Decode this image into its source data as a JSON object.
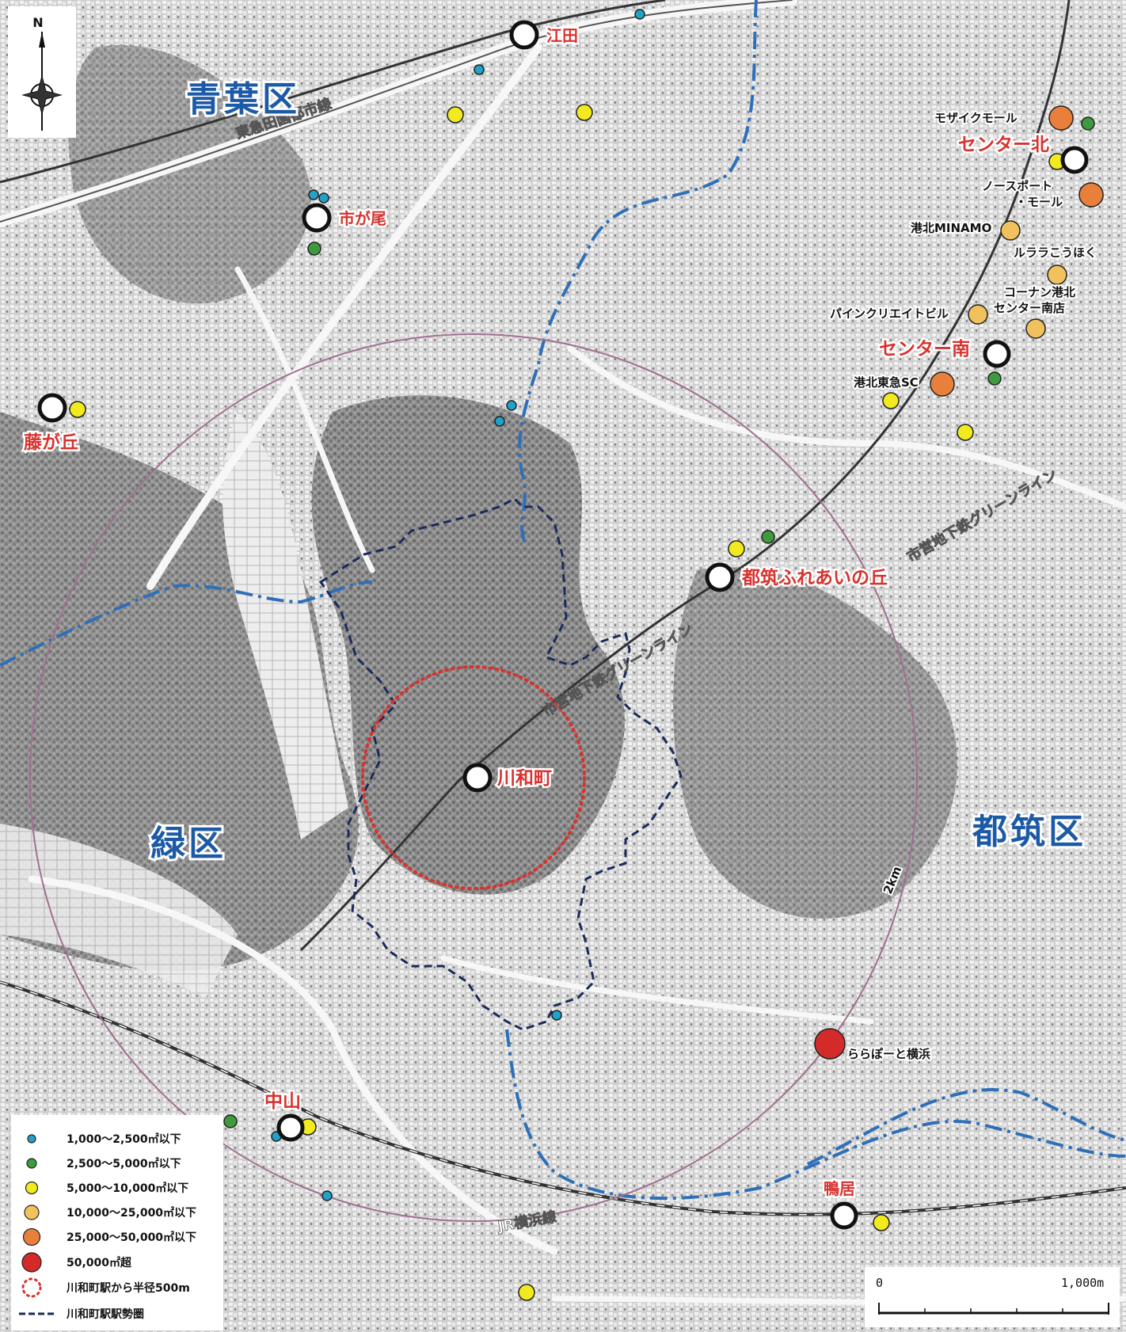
{
  "compass": {
    "north_label": "N"
  },
  "wards": [
    {
      "id": "aoba",
      "label": "青葉区"
    },
    {
      "id": "midori",
      "label": "緑区"
    },
    {
      "id": "tsuzuki",
      "label": "都筑区"
    }
  ],
  "rail_labels": [
    {
      "id": "denentoshi",
      "label": "東急田園都市線"
    },
    {
      "id": "green-line",
      "label": "市営地下鉄グリーンライン"
    },
    {
      "id": "green-line-e",
      "label": "市営地下鉄グリーンライン"
    },
    {
      "id": "jr-yokohama",
      "label": "JR横浜線"
    }
  ],
  "stations": [
    {
      "id": "eda",
      "label": "江田"
    },
    {
      "id": "ichigao",
      "label": "市が尾"
    },
    {
      "id": "fujigaoka",
      "label": "藤が丘"
    },
    {
      "id": "center-kita",
      "label": "センター北"
    },
    {
      "id": "center-minami",
      "label": "センター南"
    },
    {
      "id": "tsuzuki-fureai",
      "label": "都筑ふれあいの丘"
    },
    {
      "id": "kawawacho",
      "label": "川和町"
    },
    {
      "id": "nakayama",
      "label": "中山"
    },
    {
      "id": "kamoi",
      "label": "鴨居"
    }
  ],
  "shops": [
    {
      "id": "mosaic",
      "label": "モザイクモール"
    },
    {
      "id": "northport-1",
      "label": "ノースポート"
    },
    {
      "id": "northport-2",
      "label": "・モール"
    },
    {
      "id": "minamo",
      "label": "港北MINAMO"
    },
    {
      "id": "rurara",
      "label": "ルララこうほく"
    },
    {
      "id": "kohnan-1",
      "label": "コーナン港北"
    },
    {
      "id": "kohnan-2",
      "label": "センター南店"
    },
    {
      "id": "pine",
      "label": "パインクリエイトビル"
    },
    {
      "id": "tokyu-sc",
      "label": "港北東急SC"
    },
    {
      "id": "lalaport",
      "label": "ららぽーと横浜"
    }
  ],
  "radius_label": "2km",
  "legend": [
    {
      "id": "cat1",
      "label": "1,000～2,500㎡以下",
      "color": "#1fa3c9"
    },
    {
      "id": "cat2",
      "label": "2,500～5,000㎡以下",
      "color": "#3f9a3f"
    },
    {
      "id": "cat3",
      "label": "5,000～10,000㎡以下",
      "color": "#f1ea1f"
    },
    {
      "id": "cat4",
      "label": "10,000～25,000㎡以下",
      "color": "#f1c15e"
    },
    {
      "id": "cat5",
      "label": "25,000～50,000㎡以下",
      "color": "#e8803c"
    },
    {
      "id": "cat6",
      "label": "50,000㎡超",
      "color": "#d42a2a"
    },
    {
      "id": "r500",
      "label": "川和町駅から半径500m",
      "color": "#d8322e"
    },
    {
      "id": "sphere",
      "label": "川和町駅駅勢圏",
      "color": "#1a2a5a"
    }
  ],
  "scale": {
    "start": "0",
    "end": "1,000m"
  },
  "colors": {
    "ward_text": "#1d5aa6",
    "station_text": "#d8322e",
    "river": "#2f6fb8",
    "radius_2km": "#a07090",
    "radius_500m": "#d8322e",
    "boundary": "#1a2a5a"
  }
}
